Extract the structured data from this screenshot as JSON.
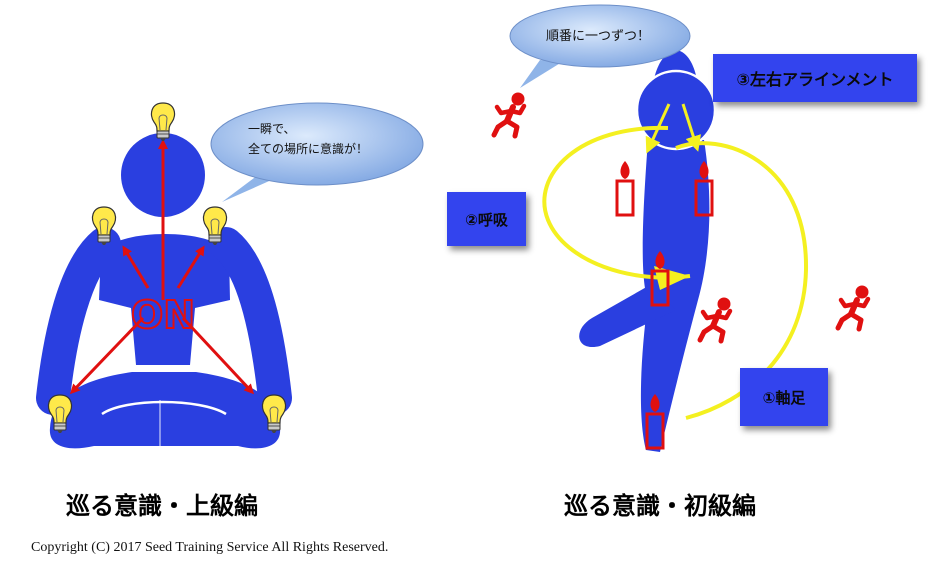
{
  "left_panel": {
    "bubble_line1": "一瞬で、",
    "bubble_line2": "全ての場所に意識が！",
    "on_text": "ON",
    "caption": "巡る意識・上級編"
  },
  "right_panel": {
    "bubble": "順番に一つずつ！",
    "label_alignment": "③左右アラインメント",
    "label_breath": "②呼吸",
    "label_axis": "①軸足",
    "caption": "巡る意識・初級編"
  },
  "footer": {
    "copyright": "Copyright (C) 2017 Seed Training Service All Rights Reserved."
  },
  "colors": {
    "figure_blue": "#2a3fe0",
    "box_blue": "#3344ee",
    "arrow_red": "#e01010",
    "ring_yellow": "#f4f020",
    "bulb_yellow": "#ffe94a",
    "bubble_blue": "#8fb4e8"
  }
}
